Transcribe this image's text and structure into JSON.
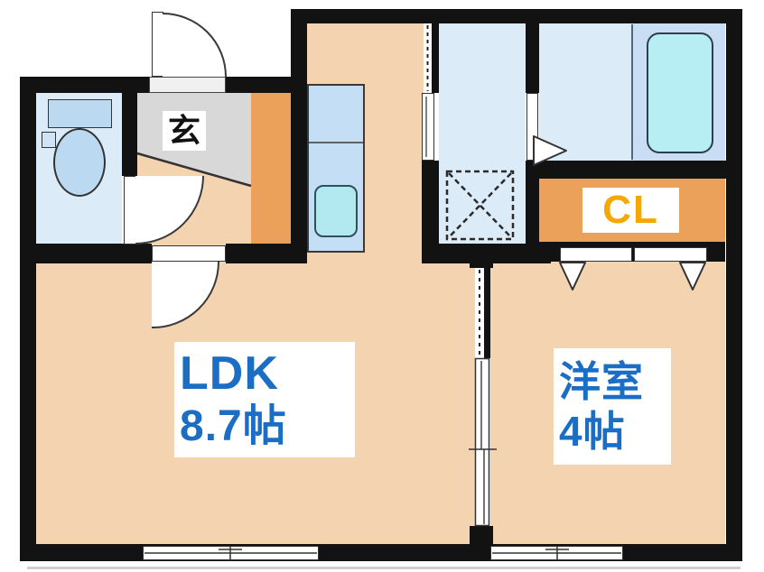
{
  "plan": {
    "type": "apartment-floor-plan",
    "rooms": {
      "ldk": {
        "name": "LDK",
        "size": "8.7帖"
      },
      "western_room": {
        "name": "洋室",
        "size": "4帖"
      },
      "entrance": {
        "label": "玄"
      },
      "closet": {
        "label": "CL"
      }
    },
    "fixtures": [
      "toilet",
      "kitchen-counter",
      "kitchen-sink",
      "washing-machine-pan",
      "bathtub"
    ],
    "colors": {
      "room_floor": "#f4d3b1",
      "entrance_step": "#eba159",
      "entrance_floor_gray": "#d8d8d8",
      "wet_area_floor": "#dcebf8",
      "bath_mat": "#c9ddf4",
      "fixture_blue": "#bcd9f2",
      "tub_cyan": "#b6eef4",
      "wall": "#121212",
      "room_label_text": "#1b6ec3",
      "closet_label_text": "#f6a700"
    }
  }
}
